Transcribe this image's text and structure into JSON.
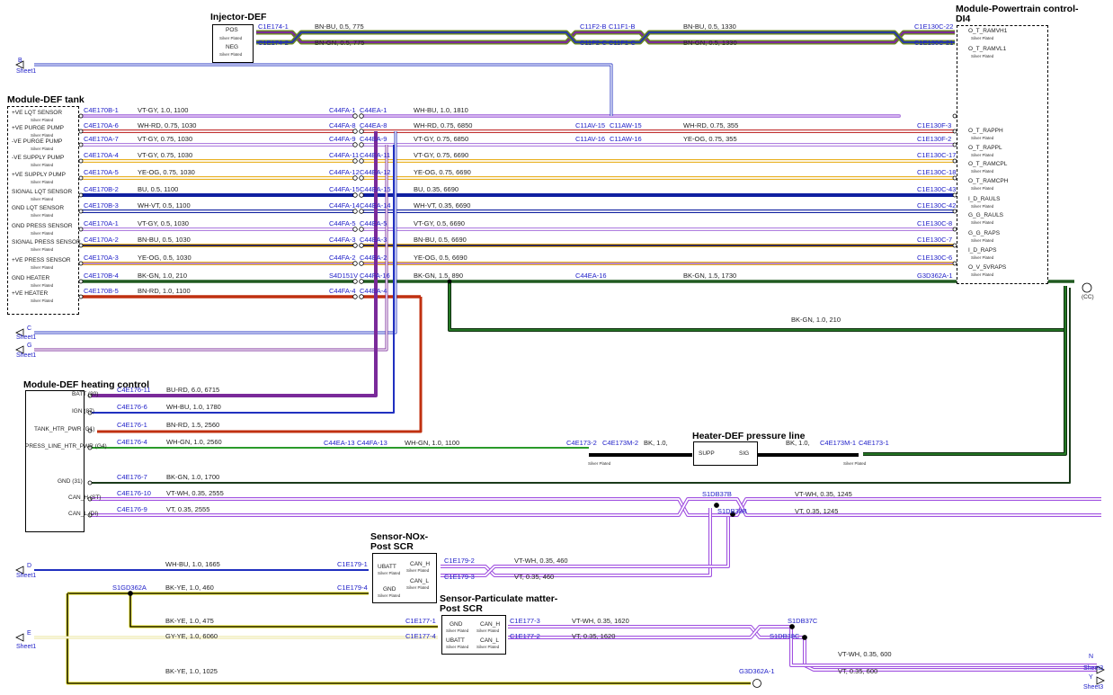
{
  "titles": {
    "injector": "Injector-DEF",
    "powertrain": "Module-Powertrain control-",
    "powertrain2": "DI4",
    "tank": "Module-DEF tank",
    "heating": "Module-DEF heating control",
    "pressure_line": "Heater-DEF pressure line",
    "nox": "Sensor-NOx-",
    "nox2": "Post SCR",
    "pm": "Sensor-Particulate matter-",
    "pm2": "Post SCR"
  },
  "silver": "Silver Plated",
  "sheets": {
    "sheet1": "Sheet1",
    "sheet3": "Sheet3"
  },
  "letters": {
    "b": "B",
    "c": "C",
    "g": "G",
    "d": "D",
    "e": "E",
    "n": "N",
    "y": "Y",
    "cc": "(CC)"
  },
  "injector_pins": [
    "POS",
    "NEG"
  ],
  "tank_pins": [
    "+VE LQT SENSOR",
    "+VE PURGE PUMP",
    "-VE PURGE PUMP",
    "-VE SUPPLY PUMP",
    "+VE SUPPLY PUMP",
    "SIGNAL LQT SENSOR",
    "GND LQT SENSOR",
    "GND PRESS SENSOR",
    "SIGNAL PRESS SENSOR",
    "+VE PRESS SENSOR",
    "GND HEATER",
    "+VE HEATER"
  ],
  "pcm_pins": [
    "O_T_RAMVH1",
    "O_T_RAMVL1",
    "O_T_RAPPH",
    "O_T_RAPPL",
    "O_T_RAMCPL",
    "O_T_RAMCPH",
    "I_D_RAULS",
    "G_G_RAULS",
    "G_G_RAPS",
    "I_D_RAPS",
    "O_V_5VRAPS"
  ],
  "heat_pins": [
    "BATT (30)",
    "IGN (87)",
    "TANK_HTR_PWR (G1)",
    "PRESS_LINE_HTR_PWR (G4)",
    "GND (31)",
    "CAN_H (ST)",
    "CAN_L (DI)"
  ],
  "press_pins": [
    "SUPP",
    "SIG"
  ],
  "nox_pins": [
    "UBATT",
    "GND",
    "CAN_H",
    "CAN_L"
  ],
  "pm_pins": [
    "GND",
    "UBATT",
    "CAN_H",
    "CAN_L"
  ],
  "wires": [
    {
      "c1": "C1E174-1",
      "s1": "BN-BU, 0.5, 775",
      "c2": "C11F2-B",
      "c3": "C11F1-B",
      "s2": "BN-BU, 0.5, 1330",
      "c4": "C1E130C-22"
    },
    {
      "c1": "C1E174-2",
      "s1": "BN-GN, 0.5, 775",
      "c2": "C11F2-C",
      "c3": "C11F1-C",
      "s2": "BN-GN, 0.5, 1330",
      "c4": "C1E130C-21"
    },
    {
      "c1": "C4E170B-1",
      "s1": "VT-GY, 1.0, 1100",
      "c2": "C44FA-1",
      "c3": "C44EA-1",
      "s2": "WH-BU, 1.0, 1810"
    },
    {
      "c1": "C4E170A-6",
      "s1": "WH-RD, 0.75, 1030",
      "c2": "C44FA-8",
      "c3": "C44EA-8",
      "s2": "WH-RD, 0.75, 6850",
      "c5": "C11AV-15",
      "c6": "C11AW-15",
      "s3": "WH-RD, 0.75, 355",
      "c4": "C1E130F-3"
    },
    {
      "c1": "C4E170A-7",
      "s1": "VT-GY, 0.75, 1030",
      "c2": "C44FA-9",
      "c3": "C44EA-9",
      "s2": "VT-GY, 0.75, 6850",
      "c5": "C11AV-16",
      "c6": "C11AW-16",
      "s3": "YE-OG, 0.75, 355",
      "c4": "C1E130F-2"
    },
    {
      "c1": "C4E170A-4",
      "s1": "VT-GY, 0.75, 1030",
      "c2": "C44FA-11",
      "c3": "C44EA-11",
      "s2": "VT-GY, 0.75, 6690",
      "c4": "C1E130C-17"
    },
    {
      "c1": "C4E170A-5",
      "s1": "YE-OG, 0.75, 1030",
      "c2": "C44FA-12",
      "c3": "C44EA-12",
      "s2": "YE-OG, 0.75, 6690",
      "c4": "C1E130C-18"
    },
    {
      "c1": "C4E170B-2",
      "s1": "BU, 0.5, 1100",
      "c2": "C44FA-15",
      "c3": "C44EA-15",
      "s2": "BU, 0.35, 6690",
      "c4": "C1E130C-43"
    },
    {
      "c1": "C4E170B-3",
      "s1": "WH-VT, 0.5, 1100",
      "c2": "C44FA-14",
      "c3": "C44EA-14",
      "s2": "WH-VT, 0.35, 6690",
      "c4": "C1E130C-42"
    },
    {
      "c1": "C4E170A-1",
      "s1": "VT-GY, 0.5, 1030",
      "c2": "C44FA-5",
      "c3": "C44EA-5",
      "s2": "VT-GY, 0.5, 6690",
      "c4": "C1E130C-8"
    },
    {
      "c1": "C4E170A-2",
      "s1": "BN-BU, 0.5, 1030",
      "c2": "C44FA-3",
      "c3": "C44EA-3",
      "s2": "BN-BU, 0.5, 6690",
      "c4": "C1E130C-7"
    },
    {
      "c1": "C4E170A-3",
      "s1": "YE-OG, 0.5, 1030",
      "c2": "C44FA-2",
      "c3": "C44EA-2",
      "s2": "YE-OG, 0.5, 6690",
      "c4": "C1E130C-6"
    },
    {
      "c1": "C4E170B-4",
      "s1": "BK-GN, 1.0, 210",
      "c2": "S4D151V",
      "s2": "BK-GN, 1.5, 890",
      "c3": "C44FA-16",
      "c5": "C44EA-16",
      "s3": "BK-GN, 1.5, 1730",
      "c4": "G3D362A-1"
    },
    {
      "c1": "C4E170B-5",
      "s1": "BN-RD, 1.0, 1100",
      "c2": "C44FA-4",
      "c3": "C44EA-4"
    }
  ],
  "splice_gnd_spec": "BK-GN, 1.0, 210",
  "heat_wires": [
    {
      "c": "C4E176-11",
      "s": "BU-RD, 6.0, 6715"
    },
    {
      "c": "C4E176-6",
      "s": "WH-BU, 1.0, 1780"
    },
    {
      "c": "C4E176-1",
      "s": "BN-RD, 1.5, 2560"
    },
    {
      "c": "C4E176-4",
      "s": "WH-GN, 1.0, 2560",
      "c2": "C44EA-13",
      "c3": "C44FA-13",
      "s2": "WH-GN, 1.0, 1100",
      "c4": "C4E173-2",
      "c5": "C4E173M-2",
      "s3": "BK, 1.0,",
      "c6": "C4E173M-1",
      "c7": "C4E173-1",
      "s4": "BK, 1.0,"
    },
    {
      "c": "C4E176-7",
      "s": "BK-GN, 1.0, 1700"
    },
    {
      "c": "C4E176-10",
      "s": "VT-WH, 0.35, 2555",
      "c2": "S1DB37B",
      "s2": "VT-WH, 0.35, 1245"
    },
    {
      "c": "C4E176-9",
      "s": "VT, 0.35, 2555",
      "c2": "S1DB38B",
      "s2": "VT, 0.35, 1245"
    }
  ],
  "nox_wires": [
    {
      "s": "WH-BU, 1.0, 1665",
      "c": "C1E179-1"
    },
    {
      "c0": "S1GD362A",
      "s": "BK-YE, 1.0, 460",
      "c": "C1E179-4"
    },
    {
      "c": "C1E179-2",
      "s": "VT-WH, 0.35, 460"
    },
    {
      "c": "C1E179-3",
      "s": "VT, 0.35, 460"
    }
  ],
  "pm_wires": [
    {
      "s": "BK-YE, 1.0, 475",
      "c": "C1E177-1"
    },
    {
      "s": "GY-YE, 1.0, 6060",
      "c": "C1E177-4"
    },
    {
      "c": "C1E177-3",
      "s": "VT-WH, 0.35, 1620",
      "c2": "S1DB37C",
      "s2": "VT-WH, 0.35, 600"
    },
    {
      "c": "C1E177-2",
      "s": "VT, 0.35, 1620",
      "c2": "S1DB38C",
      "s2": "VT, 0.35, 600"
    }
  ],
  "bottom_wire": {
    "s": "BK-YE, 1.0, 1025",
    "c": "G3D362A-1"
  }
}
